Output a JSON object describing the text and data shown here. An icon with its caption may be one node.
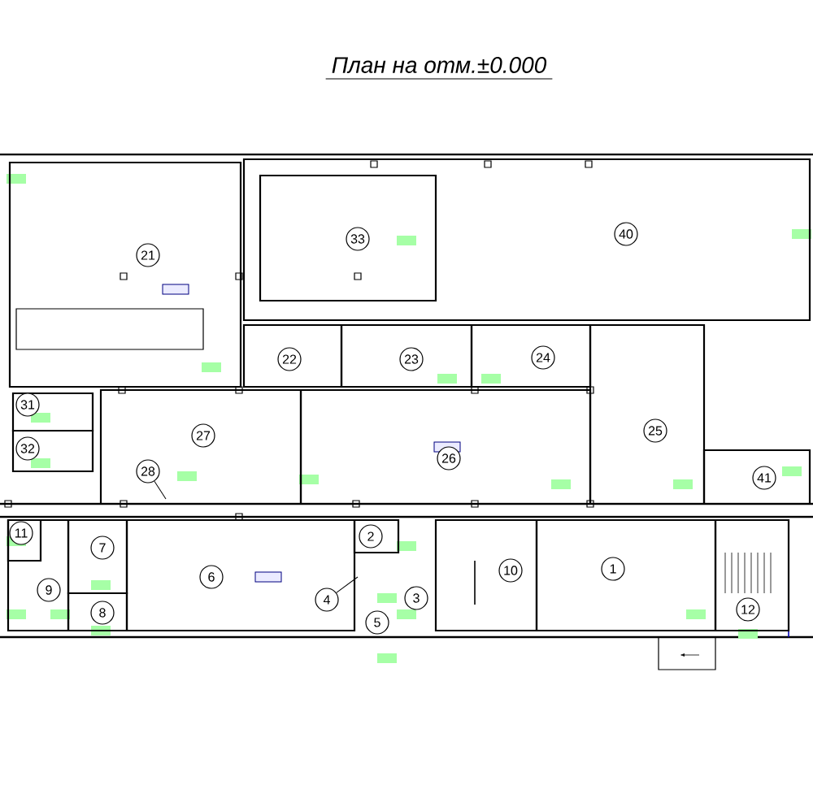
{
  "diagram": {
    "title": "План на отм.±0.000",
    "nodes": [
      {
        "text": [
          "21"
        ]
      },
      {
        "text": [
          "40"
        ]
      },
      {
        "text": [
          "33"
        ]
      },
      {
        "text": [
          "22"
        ]
      },
      {
        "text": [
          "23"
        ]
      },
      {
        "text": [
          "24"
        ]
      },
      {
        "text": [
          "31"
        ]
      },
      {
        "text": [
          "32"
        ]
      },
      {
        "text": [
          "27"
        ]
      },
      {
        "text": [
          "28"
        ]
      },
      {
        "text": [
          "26"
        ]
      },
      {
        "text": [
          "25"
        ]
      },
      {
        "text": [
          "41"
        ]
      },
      {
        "text": [
          "11"
        ]
      },
      {
        "text": [
          "9"
        ]
      },
      {
        "text": [
          "7"
        ]
      },
      {
        "text": [
          "8"
        ]
      },
      {
        "text": [
          "6"
        ]
      },
      {
        "text": [
          "2"
        ]
      },
      {
        "text": [
          "4"
        ]
      },
      {
        "text": [
          "3"
        ]
      },
      {
        "text": [
          "5"
        ]
      },
      {
        "text": [
          "10"
        ]
      },
      {
        "text": [
          "1"
        ]
      },
      {
        "text": [
          "12"
        ]
      }
    ],
    "edges": [
      {
        "from": 9,
        "to": null,
        "arrow": "none"
      },
      {
        "from": 19,
        "to": null,
        "arrow": "none"
      }
    ]
  }
}
